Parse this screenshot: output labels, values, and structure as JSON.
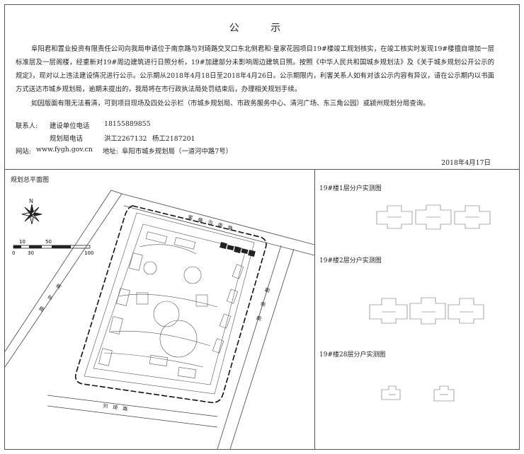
{
  "notice": {
    "title": "公 示",
    "paragraphs": [
      "阜阳君和置业投资有限责任公司向我局申请位于南京路与刘琦路交叉口东北侧君和·皇家花园项目19#楼竣工规划核实，在竣工核实时发现19#楼擅自增加一层标准层及一层阁楼，经重新对19#周边建筑进行日照分析，19#加建部分未影响周边建筑日照。按照《中华人民共和国城乡规划法》及《关于城乡规划公开公示的规定》，现对以上违法建设情况进行公示。公示期从2018年4月18日至2018年4月26日。公示期限内，利害关系人如有对该公示内容有异议，请在公示期内以书面方式送达市城乡规划局，逾期未提出的，我局将在市行政执法局处罚结束后，办理相关规划手续。",
      "如因版面有限无法看清，可到项目现场及四处公示栏（市城乡规划局、市政务服务中心、清河广场、东三角公园）或颍州规划分局查询。"
    ],
    "contact_label": "联系人:",
    "unit_phone_label": "建设单位电话",
    "unit_phone": "18155889855",
    "bureau_phone_label": "规划局电话",
    "bureau_contact_1": "洪工2267132",
    "bureau_contact_2": "杨工2187201",
    "website_label": "网站:",
    "website": "www.fygh.gov.cn",
    "address_label": "地址:",
    "address": "阜阳市城乡规划局（一道河中路7号）",
    "date": "2018年4月17日"
  },
  "plan": {
    "title": "规划总平面图",
    "north_label": "N",
    "scale_labels": [
      "10",
      "50",
      "0",
      "30",
      "100"
    ],
    "road_labels": {
      "north": [
        "紫",
        "藤",
        "沟",
        "南",
        "路"
      ],
      "west": [
        "南",
        "京",
        "路"
      ],
      "east": [
        "胜",
        "泉",
        "路"
      ],
      "south": [
        "刘",
        "琦",
        "路"
      ]
    }
  },
  "floor_plans": [
    {
      "title": "19#楼1层分户实测图"
    },
    {
      "title": "19#楼2层分户实测图"
    },
    {
      "title": "19#楼28层分户实测图"
    }
  ]
}
